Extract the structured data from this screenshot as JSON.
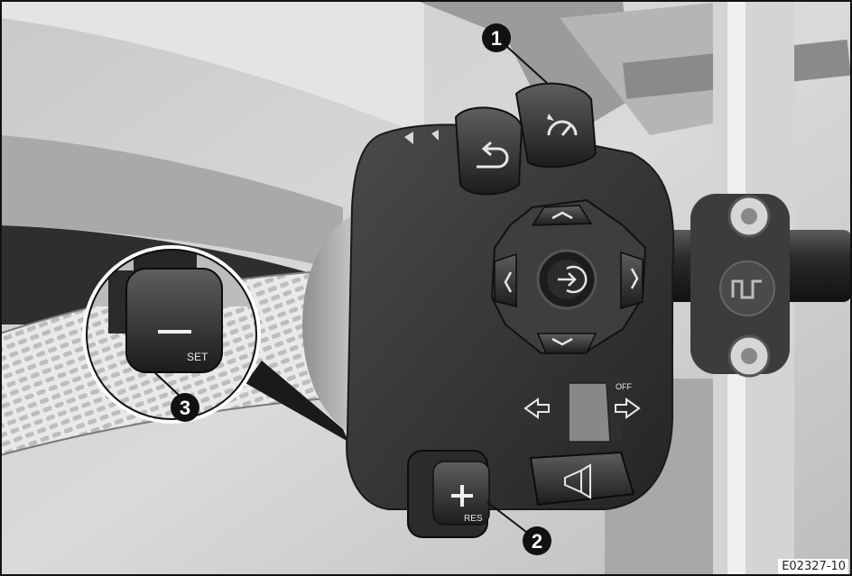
{
  "figure": {
    "code": "E02327-10",
    "callouts": [
      {
        "number": "1"
      },
      {
        "number": "2"
      },
      {
        "number": "3"
      }
    ],
    "buttons": {
      "set_label": "SET",
      "res_label": "RES",
      "dimmer_switch_label": "OFF"
    },
    "icons": [
      "cruise-control-icon",
      "return-arrow-icon",
      "multi-controller-icon",
      "turn-left-icon",
      "turn-right-icon",
      "horn-icon",
      "headlight-icon",
      "plus-icon",
      "minus-icon"
    ],
    "colors": {
      "background": "#ffffff",
      "callout_fill": "#111111",
      "switch_body": "#3a3a3a"
    }
  }
}
